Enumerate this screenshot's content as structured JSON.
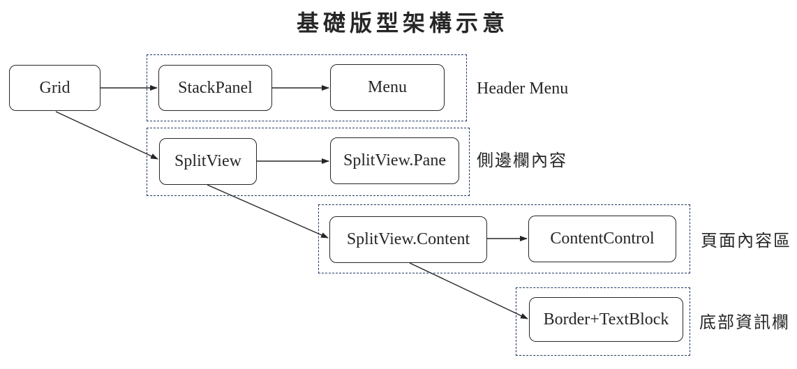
{
  "title": "基礎版型架構示意",
  "nodes": {
    "grid": {
      "label": "Grid"
    },
    "stackpanel": {
      "label": "StackPanel"
    },
    "menu": {
      "label": "Menu"
    },
    "splitview": {
      "label": "SplitView"
    },
    "splitview_pane": {
      "label": "SplitView.Pane"
    },
    "splitview_content": {
      "label": "SplitView.Content"
    },
    "contentcontrol": {
      "label": "ContentControl"
    },
    "border_textblock": {
      "label": "Border+TextBlock"
    }
  },
  "groups": {
    "header": {
      "annotation": "Header Menu"
    },
    "sidebar": {
      "annotation": "側邊欄內容"
    },
    "content": {
      "annotation": "頁面內容區"
    },
    "footer": {
      "annotation": "底部資訊欄"
    }
  },
  "edges": [
    {
      "from": "grid",
      "to": "stackpanel"
    },
    {
      "from": "stackpanel",
      "to": "menu"
    },
    {
      "from": "grid",
      "to": "splitview"
    },
    {
      "from": "splitview",
      "to": "splitview_pane"
    },
    {
      "from": "splitview",
      "to": "splitview_content"
    },
    {
      "from": "splitview_content",
      "to": "contentcontrol"
    },
    {
      "from": "splitview_content",
      "to": "border_textblock"
    }
  ],
  "colors": {
    "background": "#ffffff",
    "text": "#262626",
    "node_border": "#262626",
    "group_dashed_border": "#1f3864",
    "arrow": "#262626"
  }
}
